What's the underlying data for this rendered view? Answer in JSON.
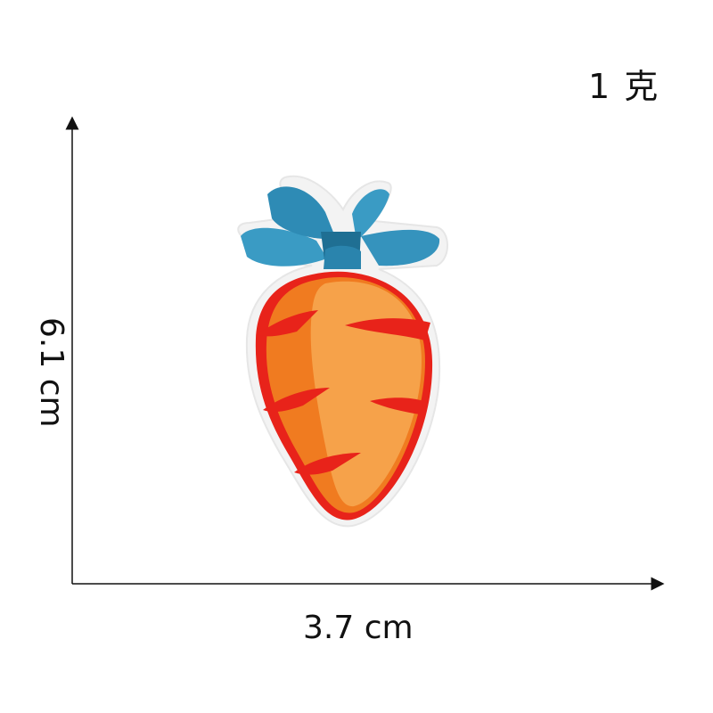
{
  "weight_label": "1 克",
  "height_dimension": "6.1 cm",
  "width_dimension": "3.7 cm",
  "image": {
    "subject": "embroidered carrot patch",
    "colors": {
      "leaves": "#3a9bc4",
      "leaves_dark": "#1f6f93",
      "body_light": "#f6a24a",
      "body_dark": "#f07b20",
      "stripes": "#e8231a",
      "border": "#f2f2f2"
    }
  }
}
